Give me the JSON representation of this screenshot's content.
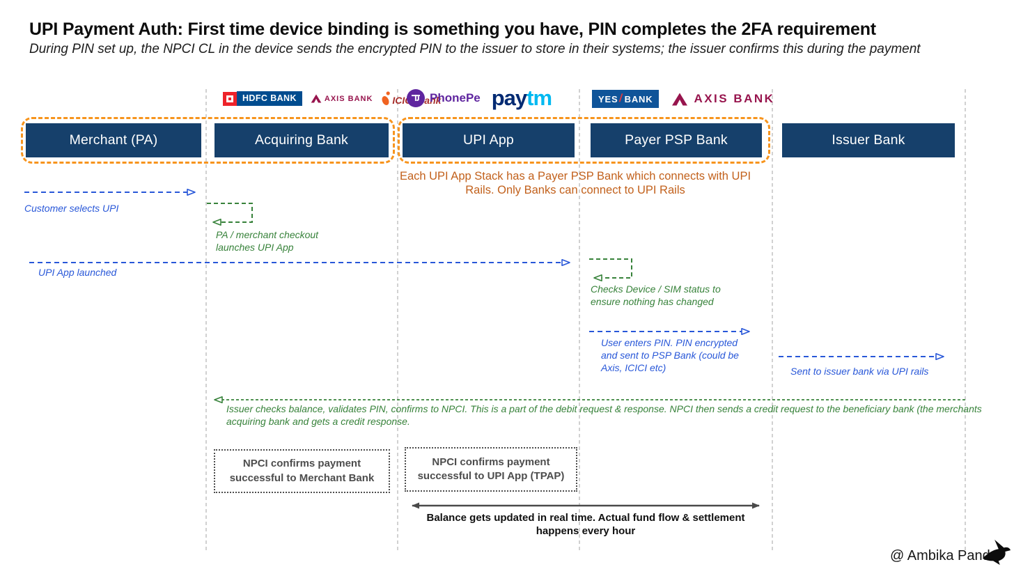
{
  "header": {
    "title": "UPI Payment Auth: First time device binding is something you have, PIN completes the 2FA requirement",
    "subtitle": "During PIN set up, the NPCI CL in the device sends the encrypted PIN to the issuer to store in their systems; the issuer confirms this during the payment"
  },
  "logos": {
    "hdfc": "HDFC BANK",
    "axis_small": "AXIS BANK",
    "icici": "ICICI Bank",
    "phonepe": "PhonePe",
    "paytm": {
      "pay": "pay",
      "tm": "tm"
    },
    "yes": {
      "yes": "YES",
      "slash": "/",
      "bank": "BANK"
    },
    "axis_large": "AXIS BANK"
  },
  "lanes": [
    {
      "label": "Merchant (PA)"
    },
    {
      "label": "Acquiring Bank"
    },
    {
      "label": "UPI App"
    },
    {
      "label": "Payer PSP Bank"
    },
    {
      "label": "Issuer Bank"
    }
  ],
  "group_note": "Each UPI App Stack has a Payer PSP Bank which connects with UPI Rails. Only Banks can connect to UPI Rails",
  "messages": {
    "customer_selects_upi": "Customer selects UPI",
    "pa_checkout": "PA / merchant checkout launches UPI App",
    "upi_app_launched": "UPI App launched",
    "checks_device": "Checks Device / SIM status to ensure nothing has changed",
    "user_enters_pin": "User enters PIN. PIN encrypted and sent to PSP Bank (could be Axis, ICICI etc)",
    "sent_to_issuer": "Sent to issuer bank via UPI rails",
    "issuer_checks": "Issuer checks balance, validates PIN, confirms to NPCI. This is a part of the debit request & response. NPCI then sends a credit request to the beneficiary bank (the merchants acquiring bank and gets a credit response.",
    "npci_confirms_merchant": "NPCI confirms payment successful to Merchant Bank",
    "npci_confirms_upiapp": "NPCI confirms payment successful to UPI App (TPAP)",
    "balance_note": "Balance gets updated in real time. Actual fund flow & settlement happens every hour"
  },
  "credit": "@ Ambika Pande",
  "icons": {
    "hdfc_mark": "red-square-emblem",
    "axis_mark": "maroon-triangle-emblem",
    "icici_mark": "orange-i-person-emblem",
    "phonepe_mark": "pe-devanagari-glyph",
    "bird": "flying-bird-silhouette"
  },
  "colors": {
    "navy": "#16406b",
    "orange_dash": "#f7941d",
    "orange_text": "#c2611c",
    "blue": "#2857d8",
    "green": "#37823a",
    "gray_dark": "#4a4a4a",
    "lifeline_gray": "#b8b8b8",
    "hdfc_red": "#ed232a",
    "hdfc_navy": "#004c8f",
    "axis_maroon": "#97144d",
    "icici_orange": "#f06321",
    "phonepe_purple": "#5f259f",
    "paytm_navy": "#012a72",
    "paytm_cyan": "#00b9f1",
    "yes_blue": "#0f5499"
  }
}
